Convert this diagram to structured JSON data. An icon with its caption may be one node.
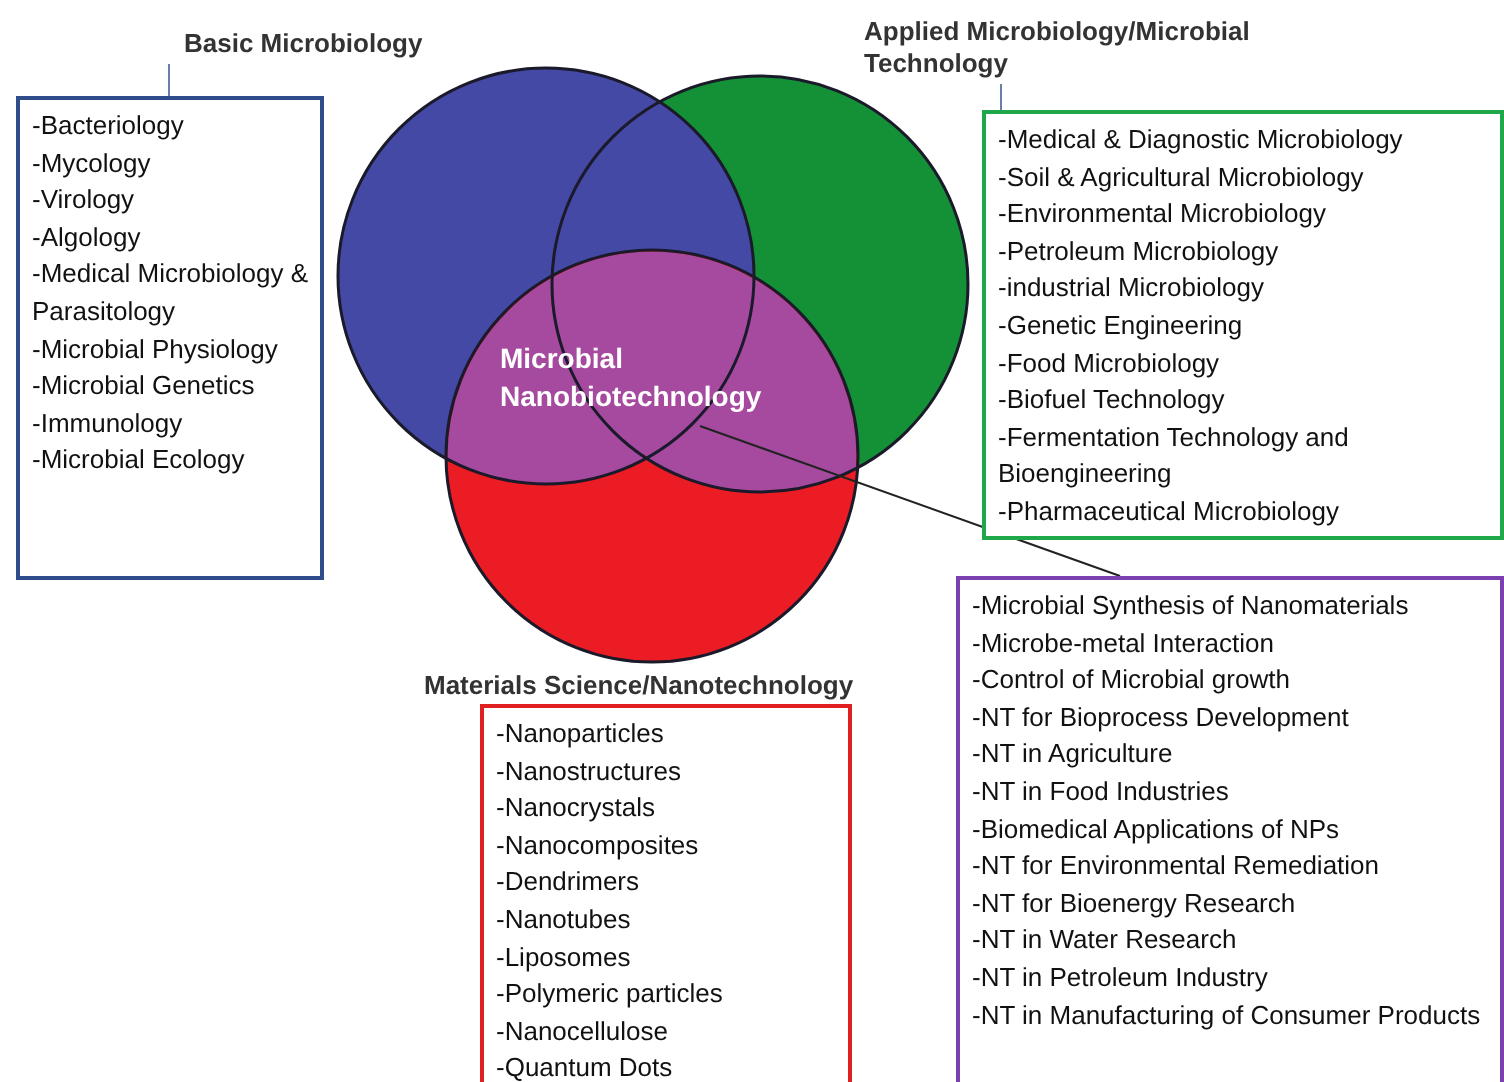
{
  "diagram": {
    "nodes": [
      {
        "text": [
          "Basic Microbiology",
          "-Bacteriology",
          "-Mycology",
          "-Virology",
          "-Algology",
          "-Medical Microbiology & Parasitology",
          "-Microbial Physiology",
          "-Microbial Genetics",
          "-Immunology",
          "-Microbial Ecology"
        ]
      },
      {
        "text": [
          "Applied Microbiology/Microbial Technology",
          "-Medical & Diagnostic Microbiology",
          "-Soil & Agricultural Microbiology",
          "-Environmental Microbiology",
          "-Petroleum Microbiology",
          "-industrial Microbiology",
          "-Genetic Engineering",
          "-Food Microbiology",
          "-Biofuel Technology",
          "-Fermentation Technology and Bioengineering",
          "-Pharmaceutical Microbiology"
        ]
      },
      {
        "text": [],
        "shape": "circle"
      },
      {
        "text": [],
        "shape": "circle"
      },
      {
        "text": [],
        "shape": "circle"
      },
      {
        "text": [
          "Microbial Nanobiotechnology"
        ]
      },
      {
        "text": [
          "Materials Science/Nanotechnology",
          "-Nanoparticles",
          "-Nanostructures",
          "-Nanocrystals",
          "-Nanocomposites",
          "-Dendrimers",
          "-Nanotubes",
          "-Liposomes",
          "-Polymeric particles",
          "-Nanocellulose",
          "-Quantum Dots"
        ]
      },
      {
        "text": [
          "-Microbial Synthesis of Nanomaterials",
          "-Microbe-metal Interaction",
          "-Control of Microbial growth",
          "-NT for Bioprocess Development",
          "-NT in Agriculture",
          "-NT in Food Industries",
          "-Biomedical Applications of NPs",
          "-NT for Environmental Remediation",
          "-NT for Bioenergy Research",
          "-NT in Water Research",
          "-NT in Petroleum Industry",
          "-NT in Manufacturing of Consumer Products"
        ]
      }
    ],
    "edges": [
      {
        "from": 5,
        "to": 7,
        "arrow": "none"
      }
    ]
  }
}
